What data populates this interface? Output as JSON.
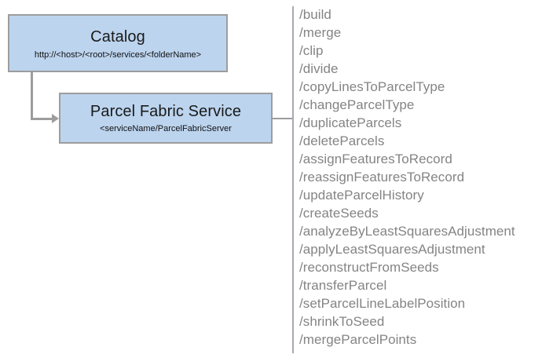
{
  "diagram": {
    "background_color": "#ffffff",
    "node_fill_color": "#bcd4ee",
    "node_border_color": "#9d9d9d",
    "connector_color": "#9d9d9d",
    "operations_text_color": "#848484",
    "nodes": [
      {
        "id": "catalog",
        "title": "Catalog",
        "subtitle": "http://<host>/<root>/services/<folderName>"
      },
      {
        "id": "parcel-fabric-service",
        "title": "Parcel Fabric Service",
        "subtitle": "<serviceName/ParcelFabricServer"
      }
    ],
    "operations": [
      "/build",
      "/merge",
      "/clip",
      "/divide",
      "/copyLinesToParcelType",
      "/changeParcelType",
      "/duplicateParcels",
      "/deleteParcels",
      "/assignFeaturesToRecord",
      "/reassignFeaturesToRecord",
      "/updateParcelHistory",
      "/createSeeds",
      "/analyzeByLeastSquaresAdjustment",
      "/applyLeastSquaresAdjustment",
      "/reconstructFromSeeds",
      "/transferParcel",
      "/setParcelLineLabelPosition",
      "/shrinkToSeed",
      "/mergeParcelPoints"
    ]
  }
}
